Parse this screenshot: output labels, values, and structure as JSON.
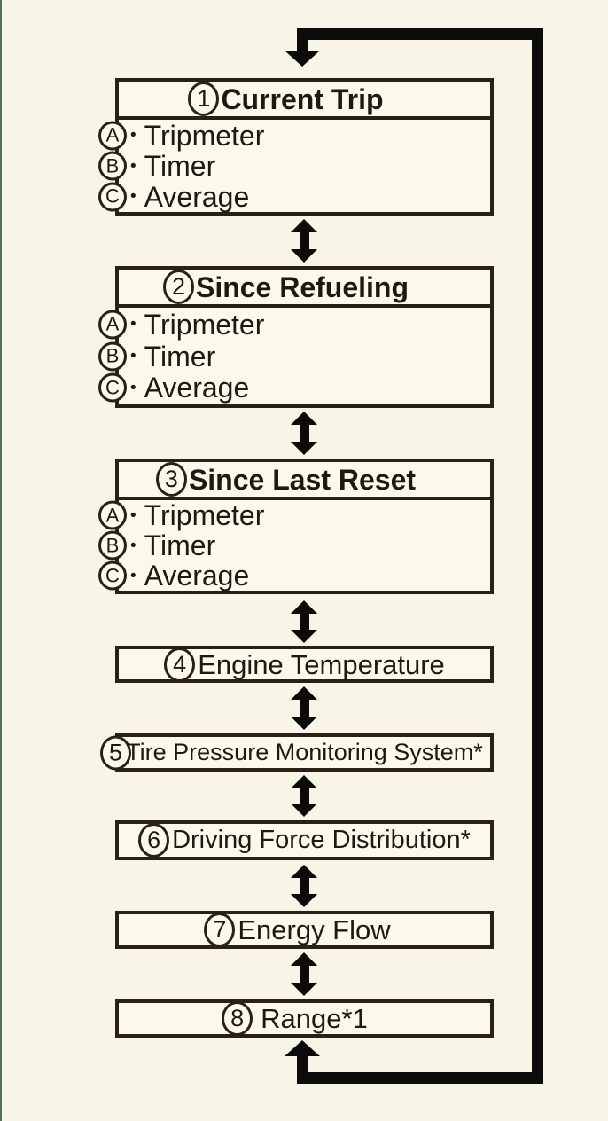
{
  "colors": {
    "background": "#f8f5e6",
    "box_fill": "#fbf8ec",
    "box_border": "#2a2016",
    "loop_line": "#0b0b0b",
    "text": "#201912",
    "left_edge_accent": "#537553"
  },
  "bullet": "•",
  "nodes": [
    {
      "number": "1",
      "title": "Current Trip",
      "items": [
        {
          "letter": "A",
          "label": "Tripmeter"
        },
        {
          "letter": "B",
          "label": "Timer"
        },
        {
          "letter": "C",
          "label": "Average"
        }
      ]
    },
    {
      "number": "2",
      "title": "Since Refueling",
      "items": [
        {
          "letter": "A",
          "label": "Tripmeter"
        },
        {
          "letter": "B",
          "label": "Timer"
        },
        {
          "letter": "C",
          "label": "Average"
        }
      ]
    },
    {
      "number": "3",
      "title": "Since Last Reset",
      "items": [
        {
          "letter": "A",
          "label": "Tripmeter"
        },
        {
          "letter": "B",
          "label": "Timer"
        },
        {
          "letter": "C",
          "label": "Average"
        }
      ]
    },
    {
      "number": "4",
      "title": "Engine Temperature"
    },
    {
      "number": "5",
      "title": "Tire Pressure Monitoring System*"
    },
    {
      "number": "6",
      "title": "Driving Force Distribution*"
    },
    {
      "number": "7",
      "title": "Energy Flow"
    },
    {
      "number": "8",
      "title": "Range*1"
    }
  ]
}
